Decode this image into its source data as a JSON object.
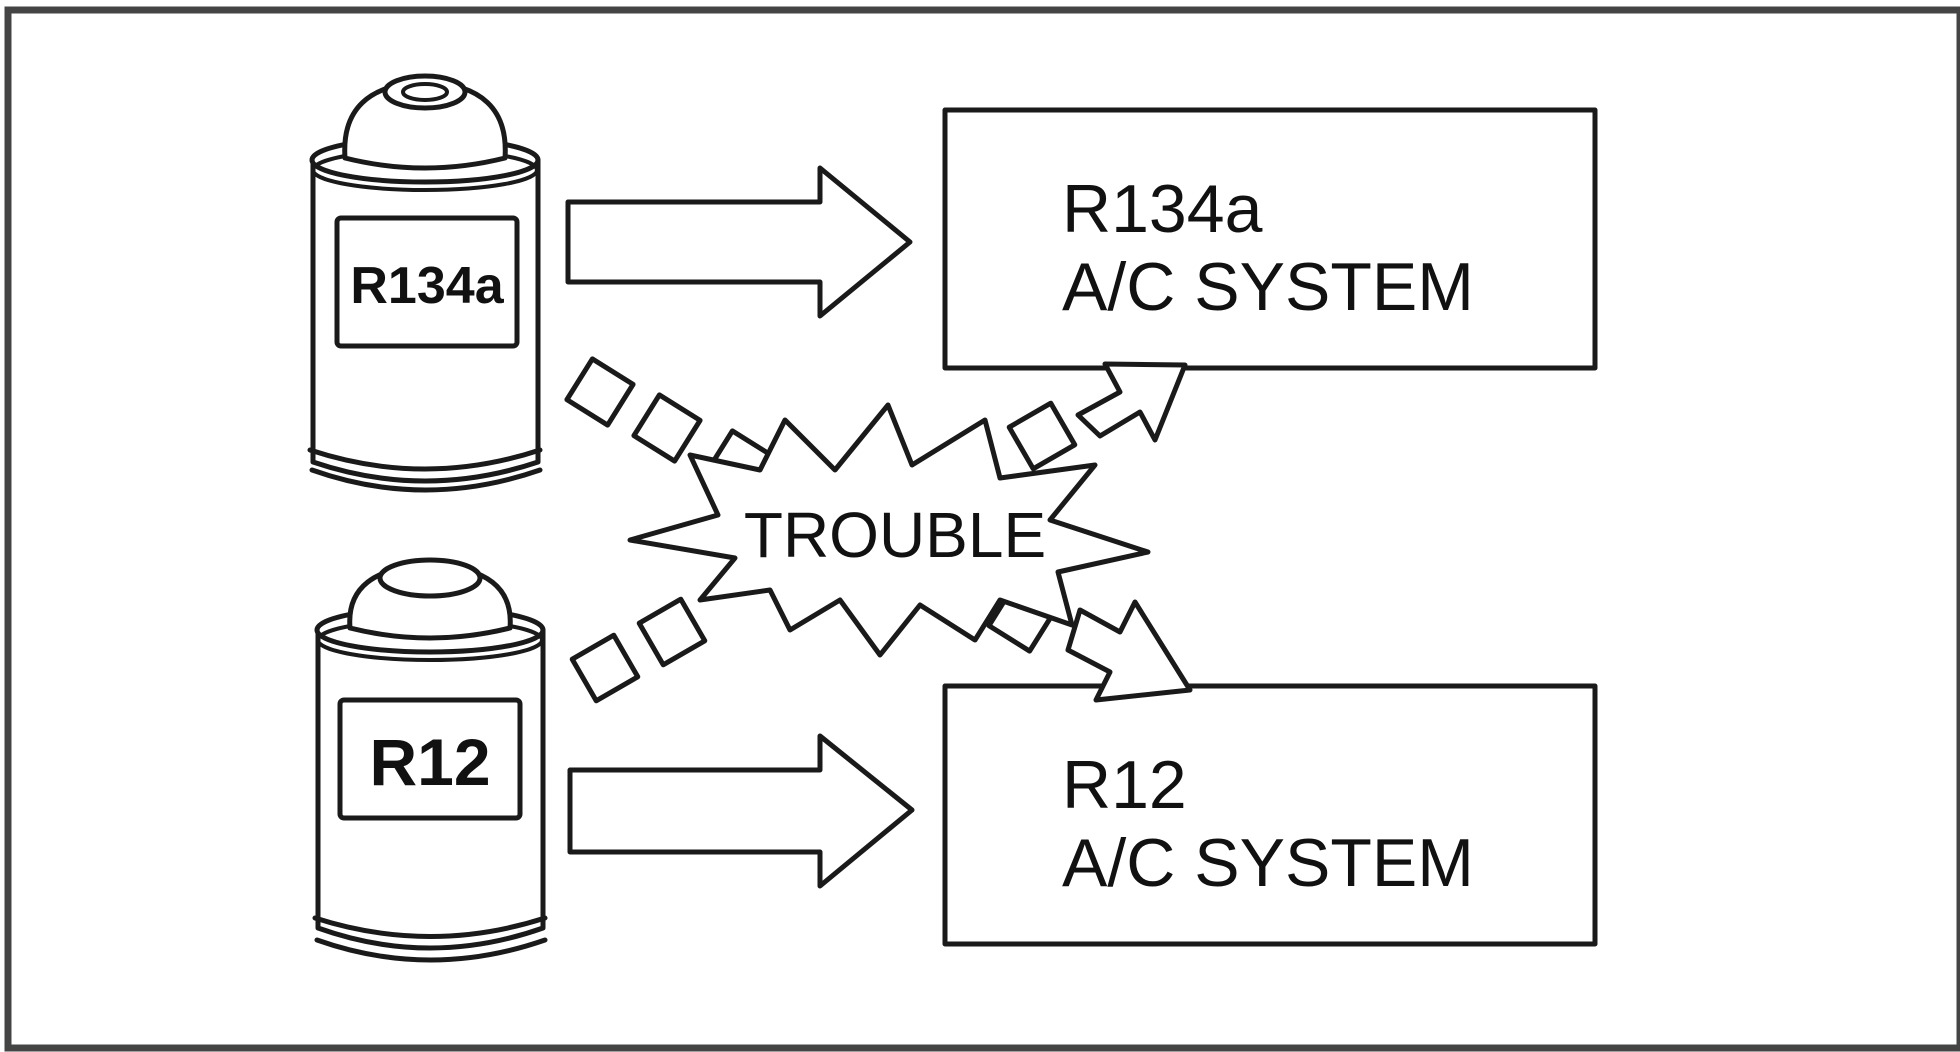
{
  "cans": {
    "top_label": "R134a",
    "bottom_label": "R12"
  },
  "systems": {
    "top": {
      "line1": "R134a",
      "line2": "A/C SYSTEM"
    },
    "bottom": {
      "line1": "R12",
      "line2": "A/C SYSTEM"
    }
  },
  "burst": {
    "label": "TROUBLE"
  }
}
